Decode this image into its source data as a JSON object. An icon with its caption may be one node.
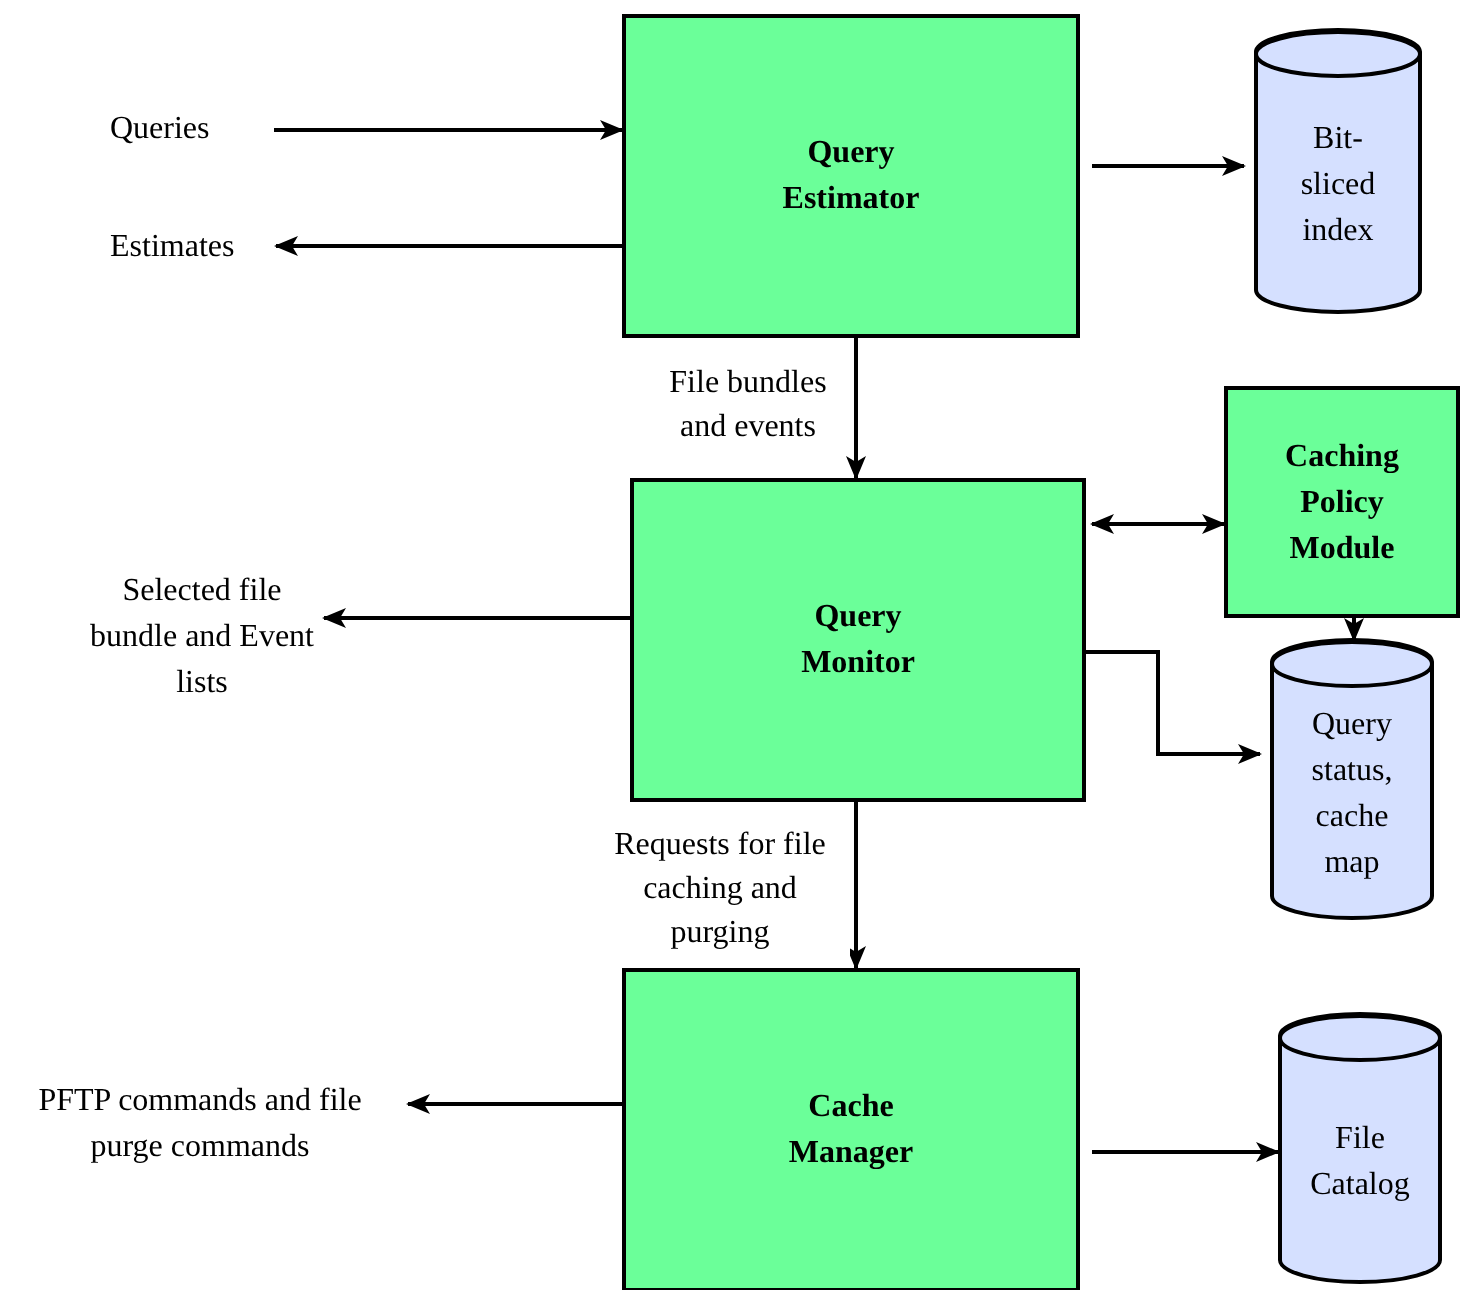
{
  "diagram": {
    "nodes": [
      {
        "text": [
          "Queries"
        ]
      },
      {
        "text": [
          "Estimates"
        ]
      },
      {
        "text": [
          "Query Estimator"
        ]
      },
      {
        "text": [
          "Bit-sliced index"
        ]
      },
      {
        "text": [
          "Selected file bundle and Event lists"
        ]
      },
      {
        "text": [
          "Query Monitor"
        ]
      },
      {
        "text": [
          "Caching Policy Module"
        ]
      },
      {
        "text": [
          "Query status, cache map"
        ]
      },
      {
        "text": [
          "PFTP commands and file purge commands"
        ]
      },
      {
        "text": [
          "Cache Manager"
        ]
      },
      {
        "text": [
          "File Catalog"
        ]
      }
    ],
    "edges": [
      {
        "from": 0,
        "to": 2,
        "arrow": "to"
      },
      {
        "from": 2,
        "to": 1,
        "arrow": "to"
      },
      {
        "from": 2,
        "to": 3,
        "arrow": "to"
      },
      {
        "from": 2,
        "to": 5,
        "arrow": "to",
        "label": "File bundles and events"
      },
      {
        "from": 5,
        "to": 4,
        "arrow": "to"
      },
      {
        "from": 5,
        "to": 6,
        "arrow": "both"
      },
      {
        "from": 6,
        "to": 7,
        "arrow": "to"
      },
      {
        "from": 5,
        "to": 7,
        "arrow": "to"
      },
      {
        "from": 5,
        "to": 9,
        "arrow": "to",
        "label": "Requests for file caching and purging"
      },
      {
        "from": 9,
        "to": 8,
        "arrow": "to"
      },
      {
        "from": 9,
        "to": 10,
        "arrow": "to"
      }
    ]
  }
}
